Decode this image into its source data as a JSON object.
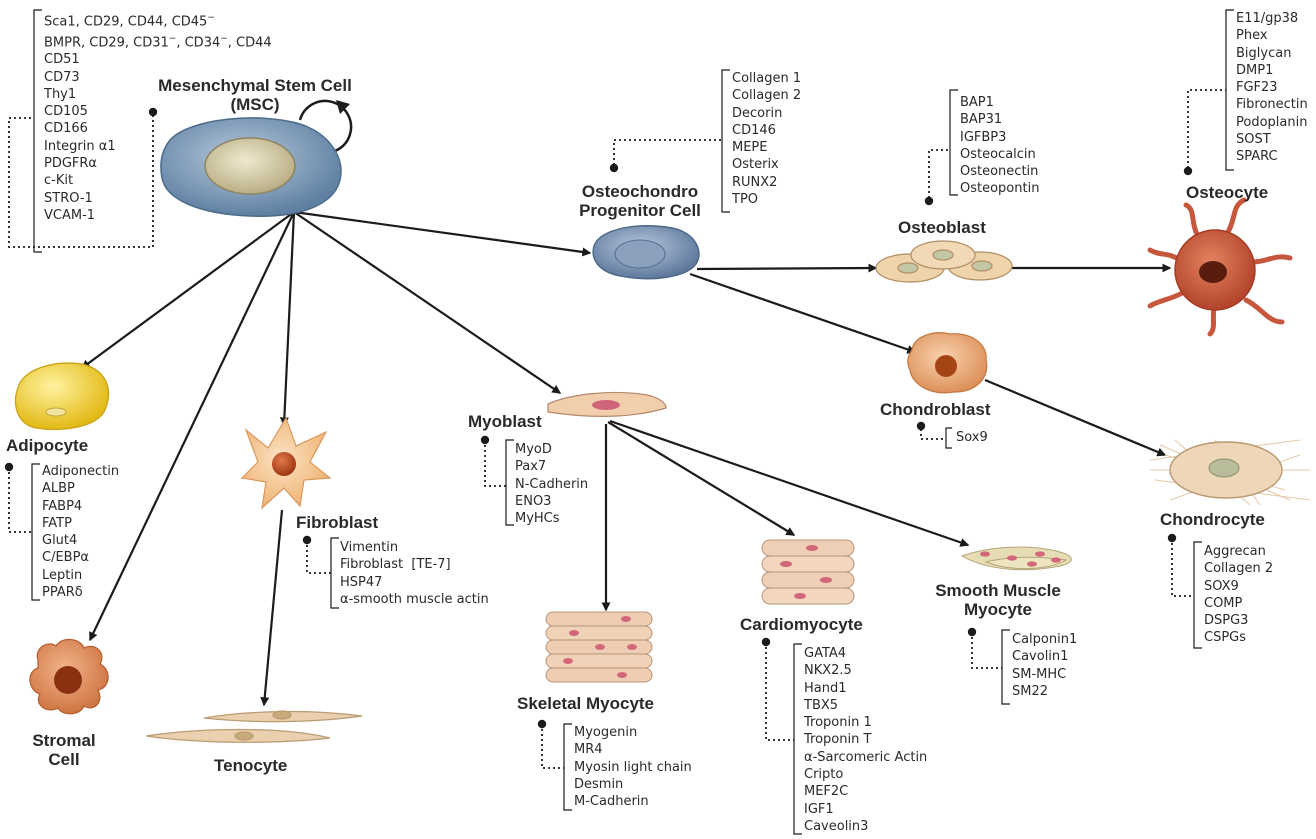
{
  "colors": {
    "msc": "#6f8fae",
    "osteochondro": "#7b94b3",
    "osteoblast": "#edcfa6",
    "osteocyte": "#c9553a",
    "chondroblast": "#e6a36c",
    "chondrocyte": "#eed6b8",
    "adipocyte": "#f2cf2f",
    "fibroblast": "#f0b97c",
    "stromal": "#d9814f",
    "tenocyte": "#e9c9a5",
    "myoblast": "#f2cfac",
    "skeletal": "#edcbb0",
    "cardio": "#efcfb5",
    "smooth": "#e7ddb4",
    "arrow": "#1b1b1b"
  },
  "cells": {
    "msc": {
      "label_line1": "Mesenchymal Stem Cell",
      "label_line2": "(MSC)",
      "markers": [
        "Sca1, CD29, CD44, CD45",
        "BMPR, CD29, CD31",
        "CD51",
        "CD73",
        "Thy1",
        "CD105",
        "CD166",
        "Integrin α1",
        "PDGFRα",
        "c-Kit",
        "STRO-1",
        "VCAM-1"
      ],
      "marker_suffixes": {
        "line1_sup": "−",
        "line2_mid": ", CD34",
        "line2_tail": ", CD44"
      }
    },
    "osteochondro": {
      "label_line1": "Osteochondro",
      "label_line2": "Progenitor Cell",
      "markers": [
        "Collagen 1",
        "Collagen 2",
        "Decorin",
        "CD146",
        "MEPE",
        "Osterix",
        "RUNX2",
        "TPO"
      ]
    },
    "osteoblast": {
      "label": "Osteoblast",
      "markers": [
        "BAP1",
        "BAP31",
        "IGFBP3",
        "Osteocalcin",
        "Osteonectin",
        "Osteopontin"
      ]
    },
    "osteocyte": {
      "label": "Osteocyte",
      "markers": [
        "E11/gp38",
        "Phex",
        "Biglycan",
        "DMP1",
        "FGF23",
        "Fibronectin",
        "Podoplanin",
        "SOST",
        "SPARC"
      ]
    },
    "chondroblast": {
      "label": "Chondroblast",
      "markers": [
        "Sox9"
      ]
    },
    "chondrocyte": {
      "label": "Chondrocyte",
      "markers": [
        "Aggrecan",
        "Collagen 2",
        "SOX9",
        "COMP",
        "DSPG3",
        "CSPGs"
      ]
    },
    "adipocyte": {
      "label": "Adipocyte",
      "markers": [
        "Adiponectin",
        "ALBP",
        "FABP4",
        "FATP",
        "Glut4",
        "C/EBPα",
        "Leptin",
        "PPARδ"
      ]
    },
    "fibroblast": {
      "label": "Fibroblast",
      "markers": [
        "Vimentin",
        "Fibroblast  [TE-7]",
        "HSP47",
        "α-smooth muscle actin"
      ]
    },
    "stromal": {
      "label_line1": "Stromal",
      "label_line2": "Cell"
    },
    "tenocyte": {
      "label": "Tenocyte"
    },
    "myoblast": {
      "label": "Myoblast",
      "markers": [
        "MyoD",
        "Pax7",
        "N-Cadherin",
        "ENO3",
        "MyHCs"
      ]
    },
    "skeletal": {
      "label": "Skeletal Myocyte",
      "markers": [
        "Myogenin",
        "MR4",
        "Myosin light chain",
        "Desmin",
        "M-Cadherin"
      ]
    },
    "cardio": {
      "label": "Cardiomyocyte",
      "markers": [
        "GATA4",
        "NKX2.5",
        "Hand1",
        "TBX5",
        "Troponin 1",
        "Troponin T",
        "α-Sarcomeric Actin",
        "Cripto",
        "MEF2C",
        "IGF1",
        "Caveolin3"
      ]
    },
    "smooth": {
      "label_line1": "Smooth Muscle",
      "label_line2": "Myocyte",
      "markers": [
        "Calponin1",
        "Cavolin1",
        "SM-MHC",
        "SM22"
      ]
    }
  }
}
